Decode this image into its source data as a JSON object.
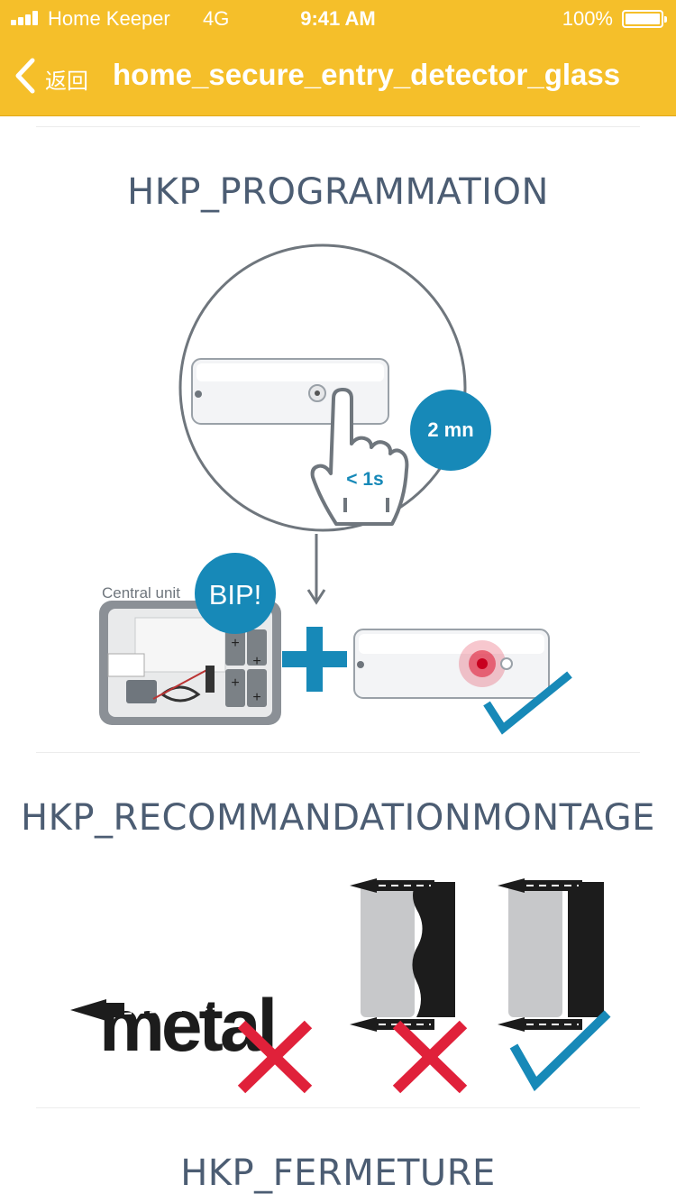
{
  "status_bar": {
    "carrier": "Home Keeper",
    "network": "4G",
    "time": "9:41 AM",
    "battery_text": "100%"
  },
  "nav": {
    "back_label": "返回",
    "title": "home_secure_entry_detector_glass"
  },
  "sections": {
    "programmation": {
      "title": "HKP_PROGRAMMATION",
      "timer_label": "2 mn",
      "press_label": "< 1s",
      "central_unit_label": "Central unit",
      "beep_label": "BIP!"
    },
    "montage": {
      "title": "HKP_RECOMMANDATIONMONTAGE",
      "metal_label": "metal"
    },
    "fermeture": {
      "title": "HKP_FERMETURE"
    }
  },
  "colors": {
    "header": "#f5bf2a",
    "accent_blue": "#1789b8",
    "error_red": "#e0213a",
    "title_text": "#4c5d73"
  }
}
